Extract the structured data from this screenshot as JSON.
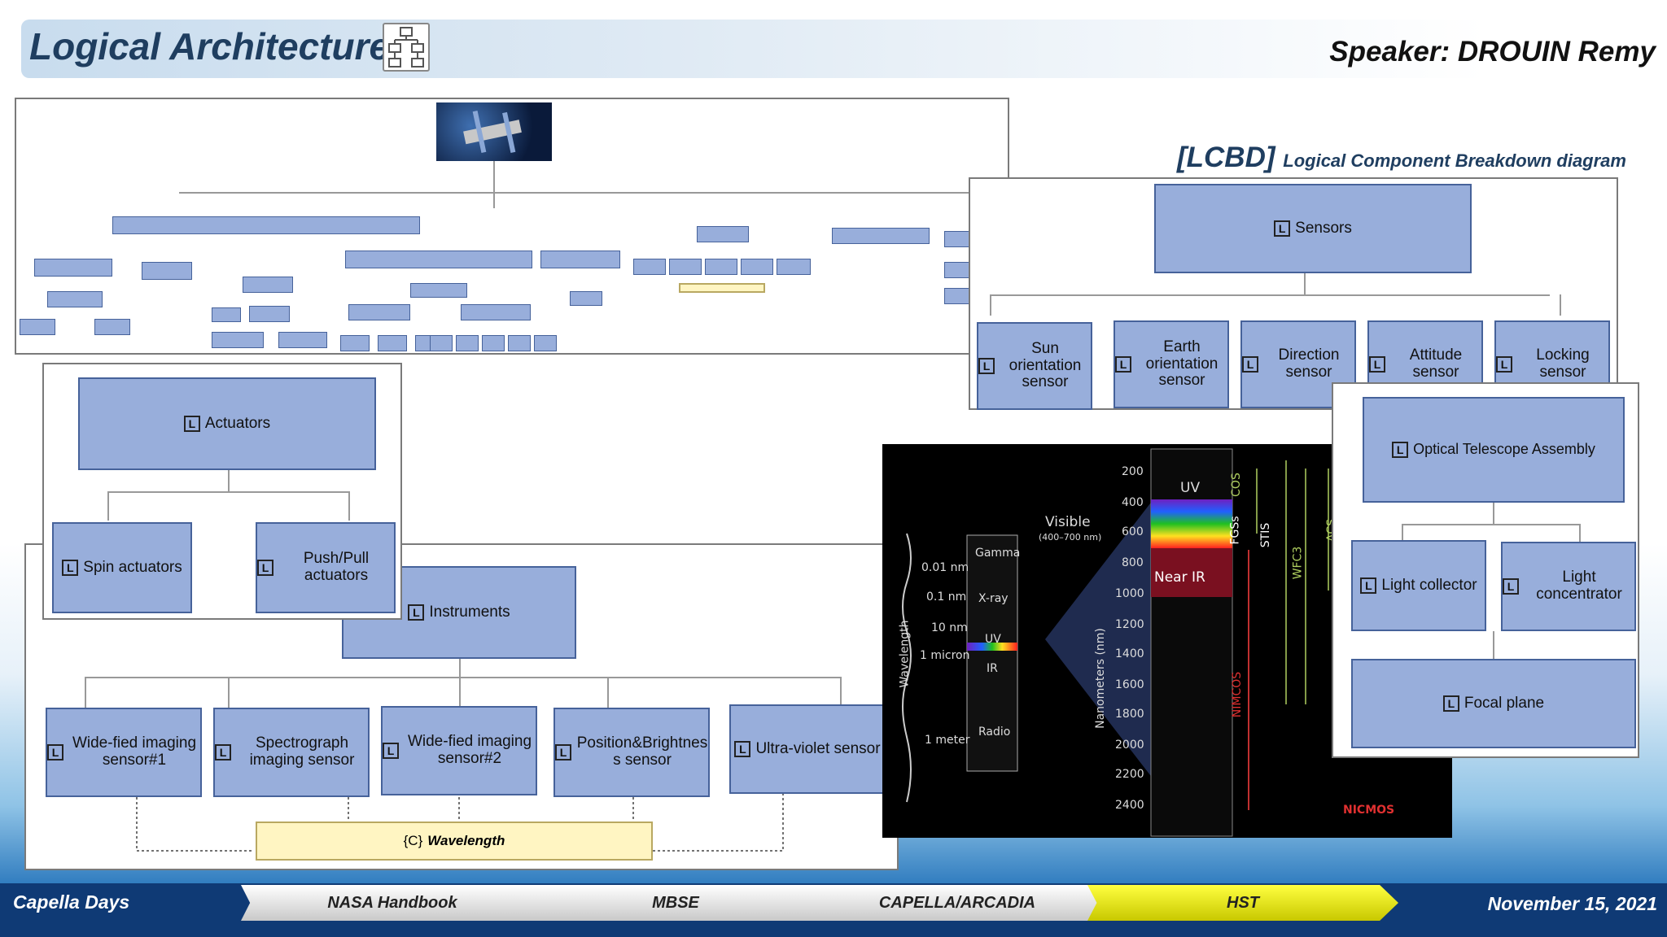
{
  "header": {
    "title": "Logical Architecture",
    "speaker": "Speaker: DROUIN Remy"
  },
  "lcbd": {
    "tag": "[LCBD]",
    "caption": "Logical Component Breakdown diagram"
  },
  "actuators": {
    "root": "Actuators",
    "children": [
      "Spin actuators",
      "Push/Pull actuators"
    ]
  },
  "instruments": {
    "root": "Instruments",
    "children": [
      "Wide-fied imaging sensor#1",
      "Spectrograph imaging sensor",
      "Wide-fied imaging sensor#2",
      "Position&Brightnes s sensor",
      "Ultra-violet sensor"
    ],
    "class_box": "Wavelength",
    "class_prefix": "{C}"
  },
  "sensors": {
    "root": "Sensors",
    "children": [
      "Sun orientation sensor",
      "Earth orientation sensor",
      "Direction sensor",
      "Attitude sensor",
      "Locking sensor"
    ]
  },
  "ota": {
    "root": "Optical Telescope Assembly",
    "children": [
      "Light collector",
      "Light concentrator",
      "Focal plane"
    ]
  },
  "spectrum": {
    "bands": [
      "Gamma",
      "X-ray",
      "UV",
      "IR",
      "Radio"
    ],
    "wavelengths": [
      "0.01 nm",
      "0.1 nm",
      "10 nm",
      "1 micron",
      "1 meter"
    ],
    "axis_left": "Wavelength",
    "visible": "Visible",
    "visible_range": "(400–700 nm)",
    "nm_axis": "Nanometers (nm)",
    "nm_ticks": [
      "200",
      "400",
      "600",
      "800",
      "1000",
      "1200",
      "1400",
      "1600",
      "1800",
      "2000",
      "2200",
      "2400"
    ],
    "uv": "UV",
    "near_ir": "Near IR",
    "instruments": [
      "COS",
      "FGSs",
      "STIS",
      "WFC3",
      "ACS",
      "NIMCOS"
    ],
    "nicmos": "NICMOS"
  },
  "footer": {
    "left": "Capella Days",
    "steps": [
      "NASA Handbook",
      "MBSE",
      "CAPELLA/ARCADIA",
      "HST"
    ],
    "date": "November 15, 2021"
  },
  "colors": {
    "box_fill": "#98aedb",
    "box_border": "#46629a",
    "active_step": "#e5e500",
    "footer_bg": "#0f3a75"
  }
}
